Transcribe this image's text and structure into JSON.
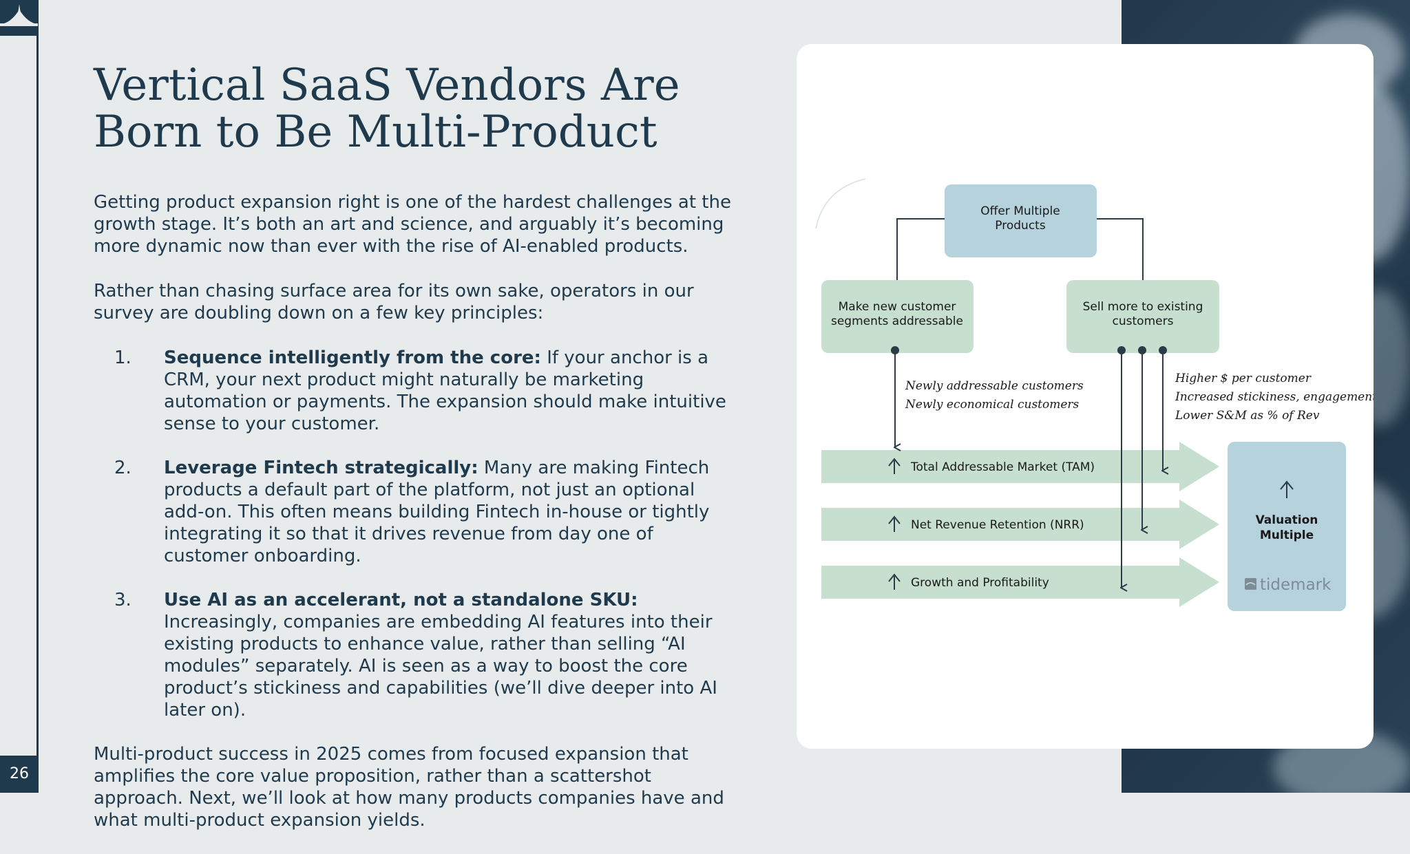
{
  "page": {
    "number": "26"
  },
  "title": "Vertical SaaS Vendors Are Born to Be Multi-Product",
  "intro": [
    "Getting product expansion right is one of the hardest challenges at the growth stage. It’s both an art and science, and arguably it’s becoming more dynamic now than ever with the rise of AI-enabled products.",
    "Rather than chasing surface area for its own sake, operators in our survey are doubling down on a few key principles:"
  ],
  "principles": [
    {
      "number": "1.",
      "heading": "Sequence intelligently from the core:",
      "text": " If your anchor is a CRM, your next product might naturally be marketing automation or payments. The expansion should make intuitive sense to your customer."
    },
    {
      "number": "2.",
      "heading": "Leverage Fintech strategically:",
      "text": " Many are making Fintech products a default part of the platform, not just an optional add-on. This often means building Fintech in-house or tightly integrating it so that it drives revenue from day one of customer onboarding."
    },
    {
      "number": "3.",
      "heading": "Use AI as an accelerant, not a standalone SKU:",
      "text": " Increasingly, companies are embedding AI features into their existing products to enhance value, rather than selling “AI modules” separately. AI is seen as a way to boost the core product’s stickiness and capabilities (we’ll dive deeper into AI later on)."
    }
  ],
  "closing": "Multi-product success in 2025 comes from focused expansion that amplifies the core value proposition, rather than a scattershot approach. Next, we’ll look at how many products companies have and what multi-product expansion yields.",
  "diagram": {
    "top_box": [
      "Offer Multiple",
      "Products"
    ],
    "left_box": [
      "Make new customer",
      "segments addressable"
    ],
    "right_box": [
      "Sell more to existing",
      "customers"
    ],
    "left_notes": [
      "Newly addressable customers",
      "Newly economical customers"
    ],
    "right_notes": [
      "Higher $ per customer",
      "Increased stickiness, engagement",
      "Lower S&M as % of Rev"
    ],
    "bars": [
      "Total Addressable Market (TAM)",
      "Net Revenue Retention (NRR)",
      "Growth and Profitability"
    ],
    "valuation": [
      "Valuation",
      "Multiple"
    ],
    "brand": "tidemark",
    "colors": {
      "green": "#c6dfce",
      "blue": "#b6d2dd",
      "navy": "#1f3a4d",
      "line": "#2b3c48"
    }
  }
}
